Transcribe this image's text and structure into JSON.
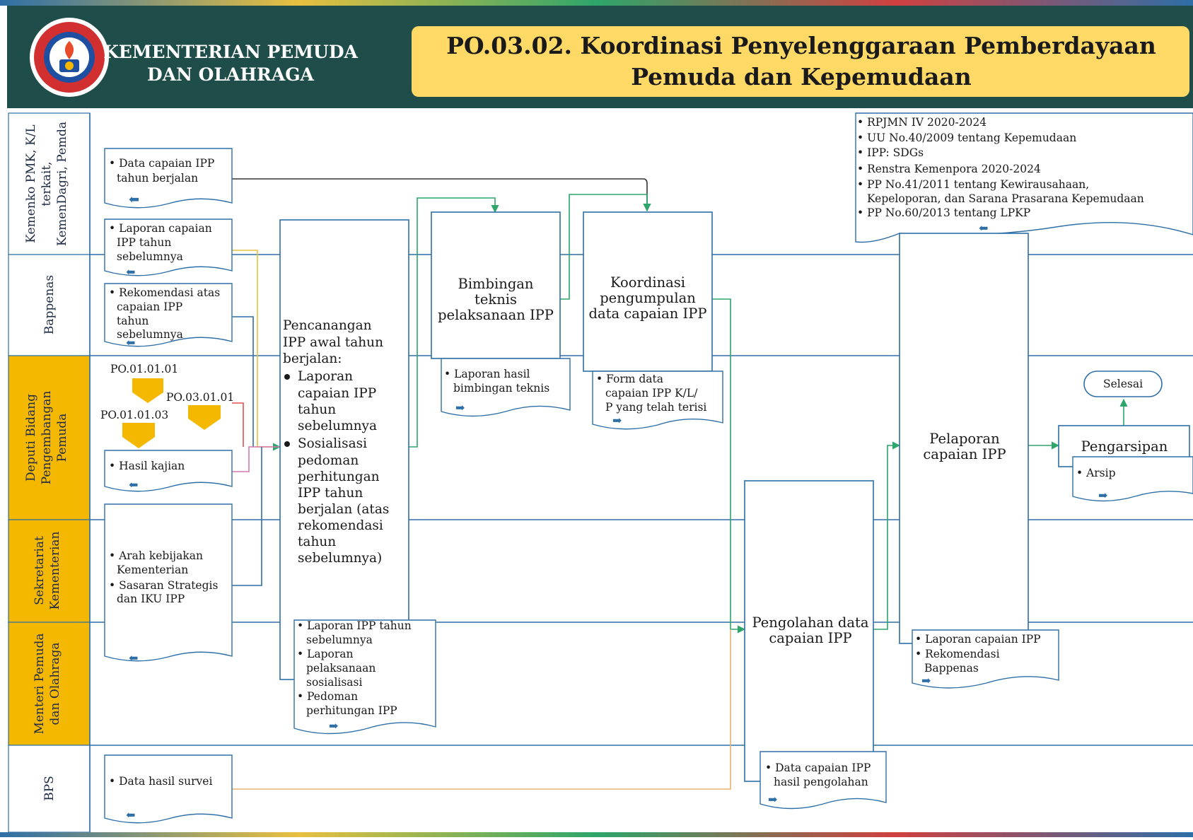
{
  "header": {
    "org_line1": "KEMENTERIAN PEMUDA",
    "org_line2": "DAN OLAHRAGA",
    "title_line1": "PO.03.02. Koordinasi Penyelenggaraan Pemberdayaan",
    "title_line2": "Pemuda dan Kepemudaan",
    "logo_name": "kemenpora-logo"
  },
  "colors": {
    "header_bg": "#1f4e4a",
    "title_box": "#ffd966",
    "lane_highlight": "#f5b800",
    "lane_blue": "#2e6fa7",
    "green_arrow": "#2ea56a",
    "orange_arrow": "#e8b070",
    "red_arrow": "#e05050",
    "pink_arrow": "#d478b0"
  },
  "lanes": [
    {
      "line1": "Kemenko PMK, K/L",
      "line2": "terkait,",
      "line3": "KemenDagri, Pemda",
      "highlight": false
    },
    {
      "line1": "Bappenas",
      "highlight": false
    },
    {
      "line1": "Deputi Bidang",
      "line2": "Pengembangan",
      "line3": "Pemuda",
      "highlight": true
    },
    {
      "line1": "Sekretariat",
      "line2": "Kementerian",
      "highlight": true
    },
    {
      "line1": "Menteri Pemuda",
      "line2": "dan Olahraga",
      "highlight": true
    },
    {
      "line1": "BPS",
      "highlight": false
    }
  ],
  "refs": {
    "r1": "PO.01.01.01",
    "r2": "PO.03.01.01",
    "r3": "PO.01.01.03"
  },
  "inputs": {
    "data_capaian": [
      "Data capaian IPP",
      "tahun berjalan"
    ],
    "laporan_capaian": [
      "Laporan capaian",
      "IPP tahun",
      "sebelumnya"
    ],
    "rekomendasi": [
      "Rekomendasi atas",
      "capaian IPP",
      "tahun",
      "sebelumnya"
    ],
    "hasil_kajian": [
      "Hasil kajian"
    ],
    "arah_kebijakan": [
      "Arah kebijakan",
      "Kementerian"
    ],
    "sasaran_strategis": [
      "Sasaran Strategis",
      "dan IKU IPP"
    ],
    "data_survei": [
      "Data hasil survei"
    ]
  },
  "regulations": [
    [
      "RPJMN IV 2020-2024"
    ],
    [
      "UU No.40/2009 tentang Kepemudaan"
    ],
    [
      "IPP: SDGs"
    ],
    [
      "Renstra Kemenpora 2020-2024"
    ],
    [
      "PP No.41/2011 tentang Kewirausahaan,",
      "Kepeloporan, dan Sarana Prasarana Kepemudaan"
    ],
    [
      "PP No.60/2013 tentang LPKP"
    ]
  ],
  "processes": {
    "pencanangan": {
      "intro": [
        "Pencanangan",
        "IPP awal tahun",
        "berjalan:"
      ],
      "bullet1": [
        "Laporan",
        "capaian IPP",
        "tahun",
        "sebelumnya"
      ],
      "bullet2": [
        "Sosialisasi",
        "pedoman",
        "perhitungan",
        "IPP tahun",
        "berjalan (atas",
        "rekomendasi",
        "tahun",
        "sebelumnya)"
      ]
    },
    "bimbingan": [
      "Bimbingan",
      "teknis",
      "pelaksanaan IPP"
    ],
    "koordinasi": [
      "Koordinasi",
      "pengumpulan",
      "data capaian IPP"
    ],
    "pengolahan": [
      "Pengolahan data",
      "capaian IPP"
    ],
    "pelaporan": [
      "Pelaporan",
      "capaian IPP"
    ],
    "pengarsipan": "Pengarsipan",
    "selesai": "Selesai"
  },
  "outputs": {
    "pencanangan_a": [
      "Laporan IPP tahun",
      "sebelumnya"
    ],
    "pencanangan_b": [
      "Laporan",
      "pelaksanaan",
      "sosialisasi"
    ],
    "pencanangan_c": [
      "Pedoman",
      "perhitungan IPP"
    ],
    "bimbingan": [
      "Laporan hasil",
      "bimbingan teknis"
    ],
    "koordinasi": [
      "Form data",
      "capaian IPP K/L/",
      "P yang telah terisi"
    ],
    "pengolahan": [
      "Data capaian IPP",
      "hasil pengolahan"
    ],
    "pelaporan_a": [
      "Laporan capaian IPP"
    ],
    "pelaporan_b": [
      "Rekomendasi",
      "Bappenas"
    ],
    "arsip": [
      "Arsip"
    ]
  }
}
